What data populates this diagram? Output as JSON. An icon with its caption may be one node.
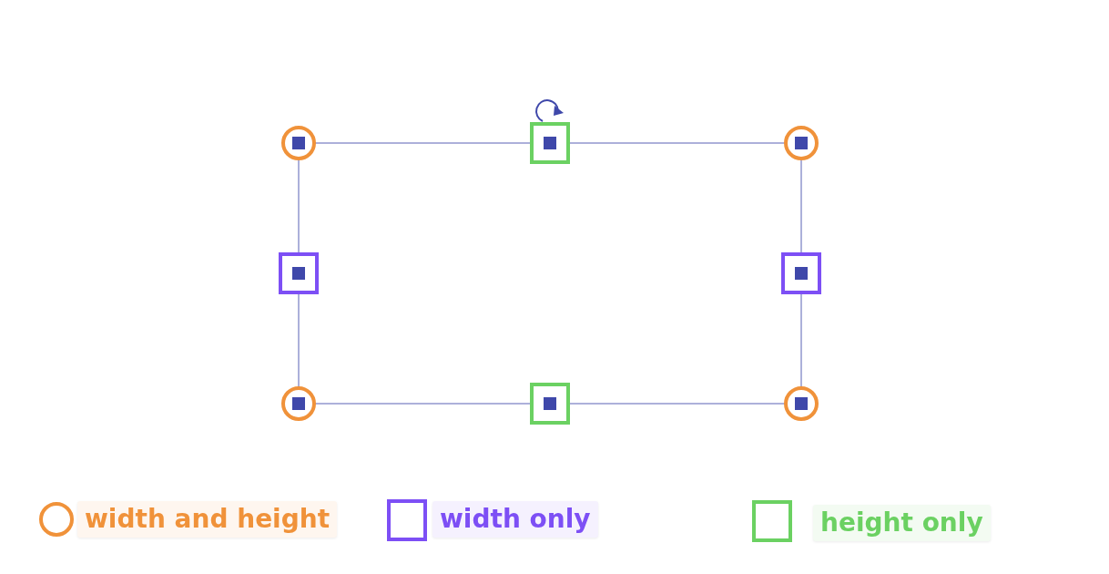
{
  "diagram": {
    "legend": [
      {
        "text": "width and height",
        "color": "#f0923a"
      },
      {
        "text": "width only",
        "color": "#7d4ff5"
      },
      {
        "text": "height only",
        "color": "#6bd162"
      }
    ]
  }
}
